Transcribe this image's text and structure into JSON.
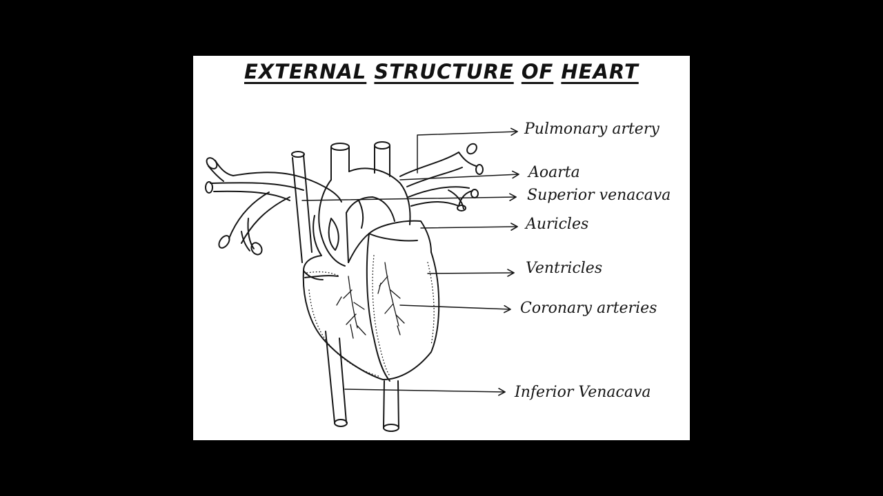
{
  "title": {
    "words": [
      "EXTERNAL",
      "STRUCTURE",
      "OF",
      "HEART"
    ]
  },
  "labels": {
    "pulmonary_artery": "Pulmonary artery",
    "aorta": "Aoarta",
    "superior_venacava": "Superior venacava",
    "auricles": "Auricles",
    "ventricles": "Ventricles",
    "coronary_arteries": "Coronary arteries",
    "inferior_venacava": "Inferior Venacava"
  },
  "colors": {
    "ink": "#151515",
    "paper": "#ffffff",
    "frame": "#000000"
  }
}
